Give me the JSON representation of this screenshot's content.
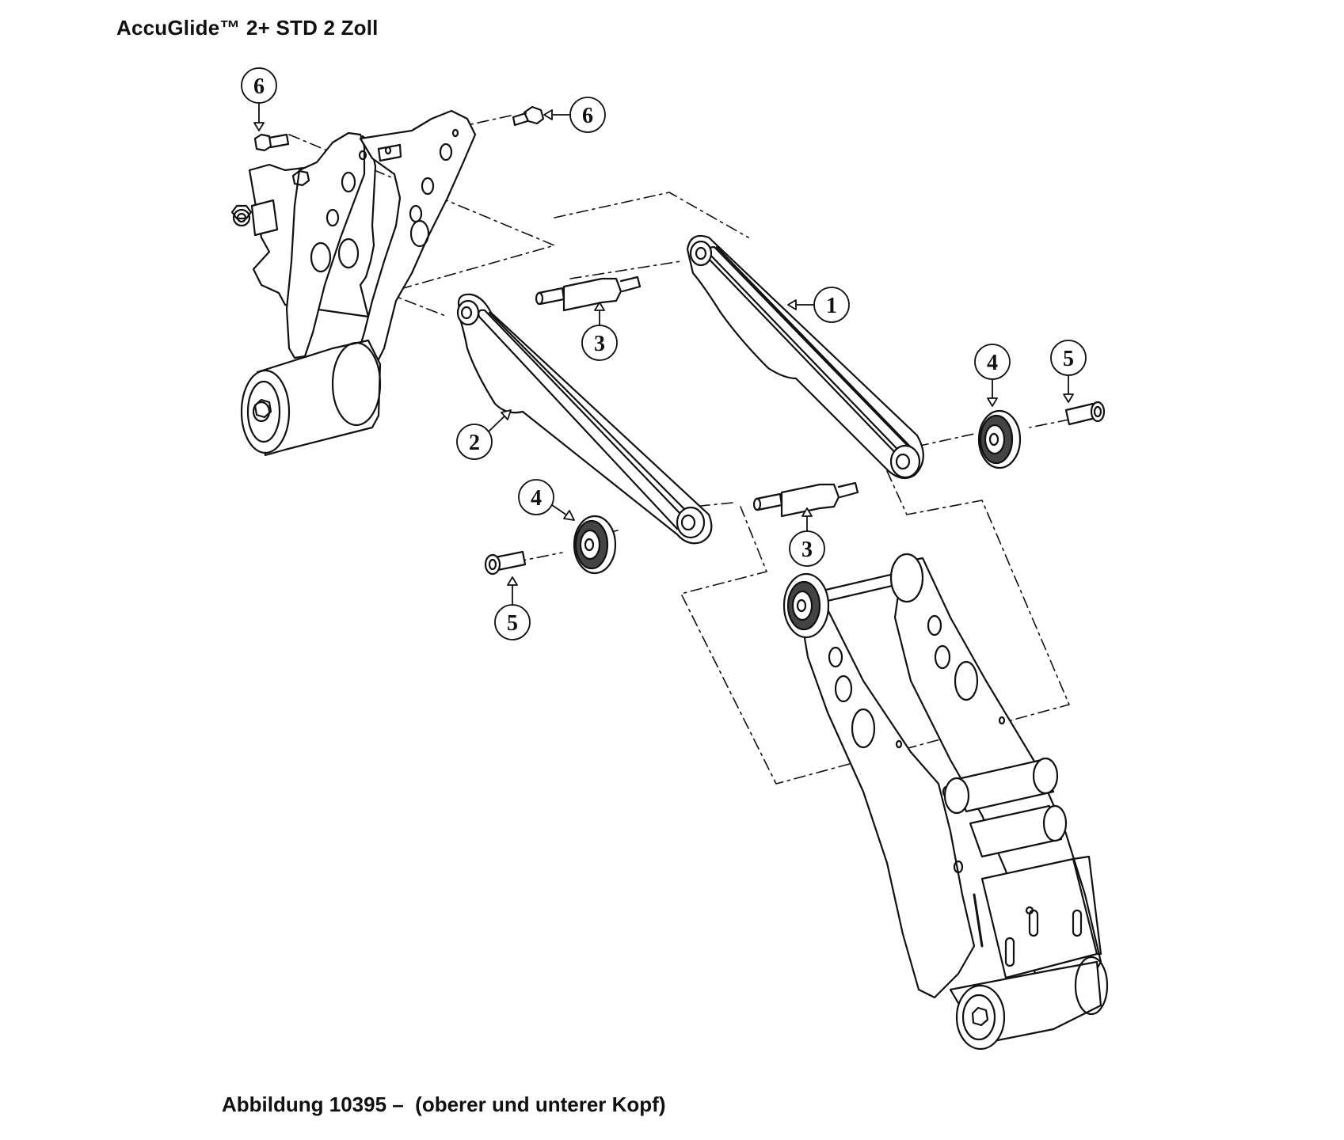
{
  "title": "AccuGlide™ 2+ STD 2 Zoll",
  "caption": "Abbildung 10395 –  (oberer und unterer Kopf)",
  "callouts": [
    {
      "id": "c6a",
      "label": "6"
    },
    {
      "id": "c6b",
      "label": "6"
    },
    {
      "id": "c1",
      "label": "1"
    },
    {
      "id": "c3a",
      "label": "3"
    },
    {
      "id": "c2",
      "label": "2"
    },
    {
      "id": "c4a",
      "label": "4"
    },
    {
      "id": "c5a",
      "label": "5"
    },
    {
      "id": "c4b",
      "label": "4"
    },
    {
      "id": "c3b",
      "label": "3"
    },
    {
      "id": "c5b",
      "label": "5"
    }
  ]
}
